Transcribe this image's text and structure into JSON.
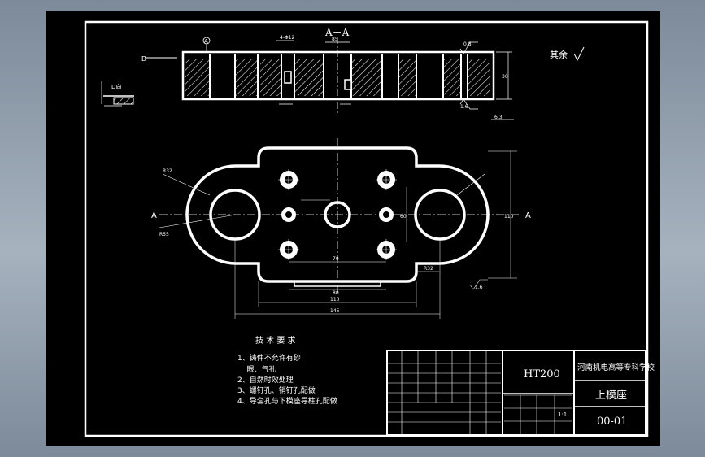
{
  "section_label": "A－A",
  "roughness_rest": "其余",
  "view_arrow_label": "D向",
  "view_mark_d": "D",
  "cut_mark_a": "A",
  "datum_label": "A",
  "tech_req": {
    "title": "技 术 要 求",
    "items": [
      "1、铸件不允许有砂",
      "    眼、气孔",
      "2、自然时效处理",
      "3、螺钉孔、销钉孔配做",
      "4、导套孔与下模座导柱孔配做"
    ]
  },
  "dims": {
    "d70": "70",
    "d80": "80",
    "d110": "110",
    "d145": "145",
    "d60": "60",
    "d85": "85",
    "h30": "30",
    "r32": "R32",
    "r55": "R55",
    "s08": "0.8",
    "s16": "1.6",
    "s63": "6.3",
    "hole_spec": "4-Φ12"
  },
  "title_block": {
    "material": "HT200",
    "school": "河南机电高等专科学校",
    "part_name": "上模座",
    "drawing_no": "00-01",
    "scale": "1:1"
  },
  "colors": {
    "sheet": "#000000",
    "line": "#ffffff",
    "backdrop": "#8a98a8"
  }
}
